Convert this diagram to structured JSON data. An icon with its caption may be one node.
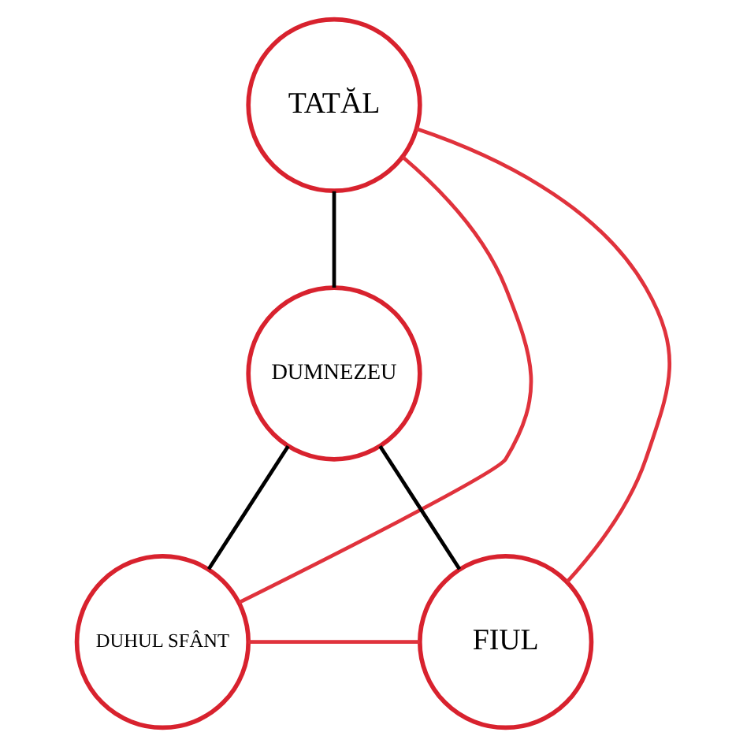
{
  "diagram": {
    "nodes": [
      {
        "text": [
          "TATĂL"
        ]
      },
      {
        "text": [
          "DUMNEZEU"
        ]
      },
      {
        "text": [
          "DUHUL SFÂNT"
        ]
      },
      {
        "text": [
          "FIUL"
        ]
      }
    ],
    "edges": [
      {
        "from": 0,
        "to": 1,
        "arrow": "none",
        "color": "#000000"
      },
      {
        "from": 1,
        "to": 2,
        "arrow": "none",
        "color": "#000000"
      },
      {
        "from": 1,
        "to": 3,
        "arrow": "none",
        "color": "#000000"
      },
      {
        "from": 0,
        "to": 2,
        "arrow": "none",
        "color": "#e0323c"
      },
      {
        "from": 0,
        "to": 3,
        "arrow": "none",
        "color": "#e0323c"
      },
      {
        "from": 2,
        "to": 3,
        "arrow": "none",
        "color": "#e0323c"
      }
    ]
  }
}
